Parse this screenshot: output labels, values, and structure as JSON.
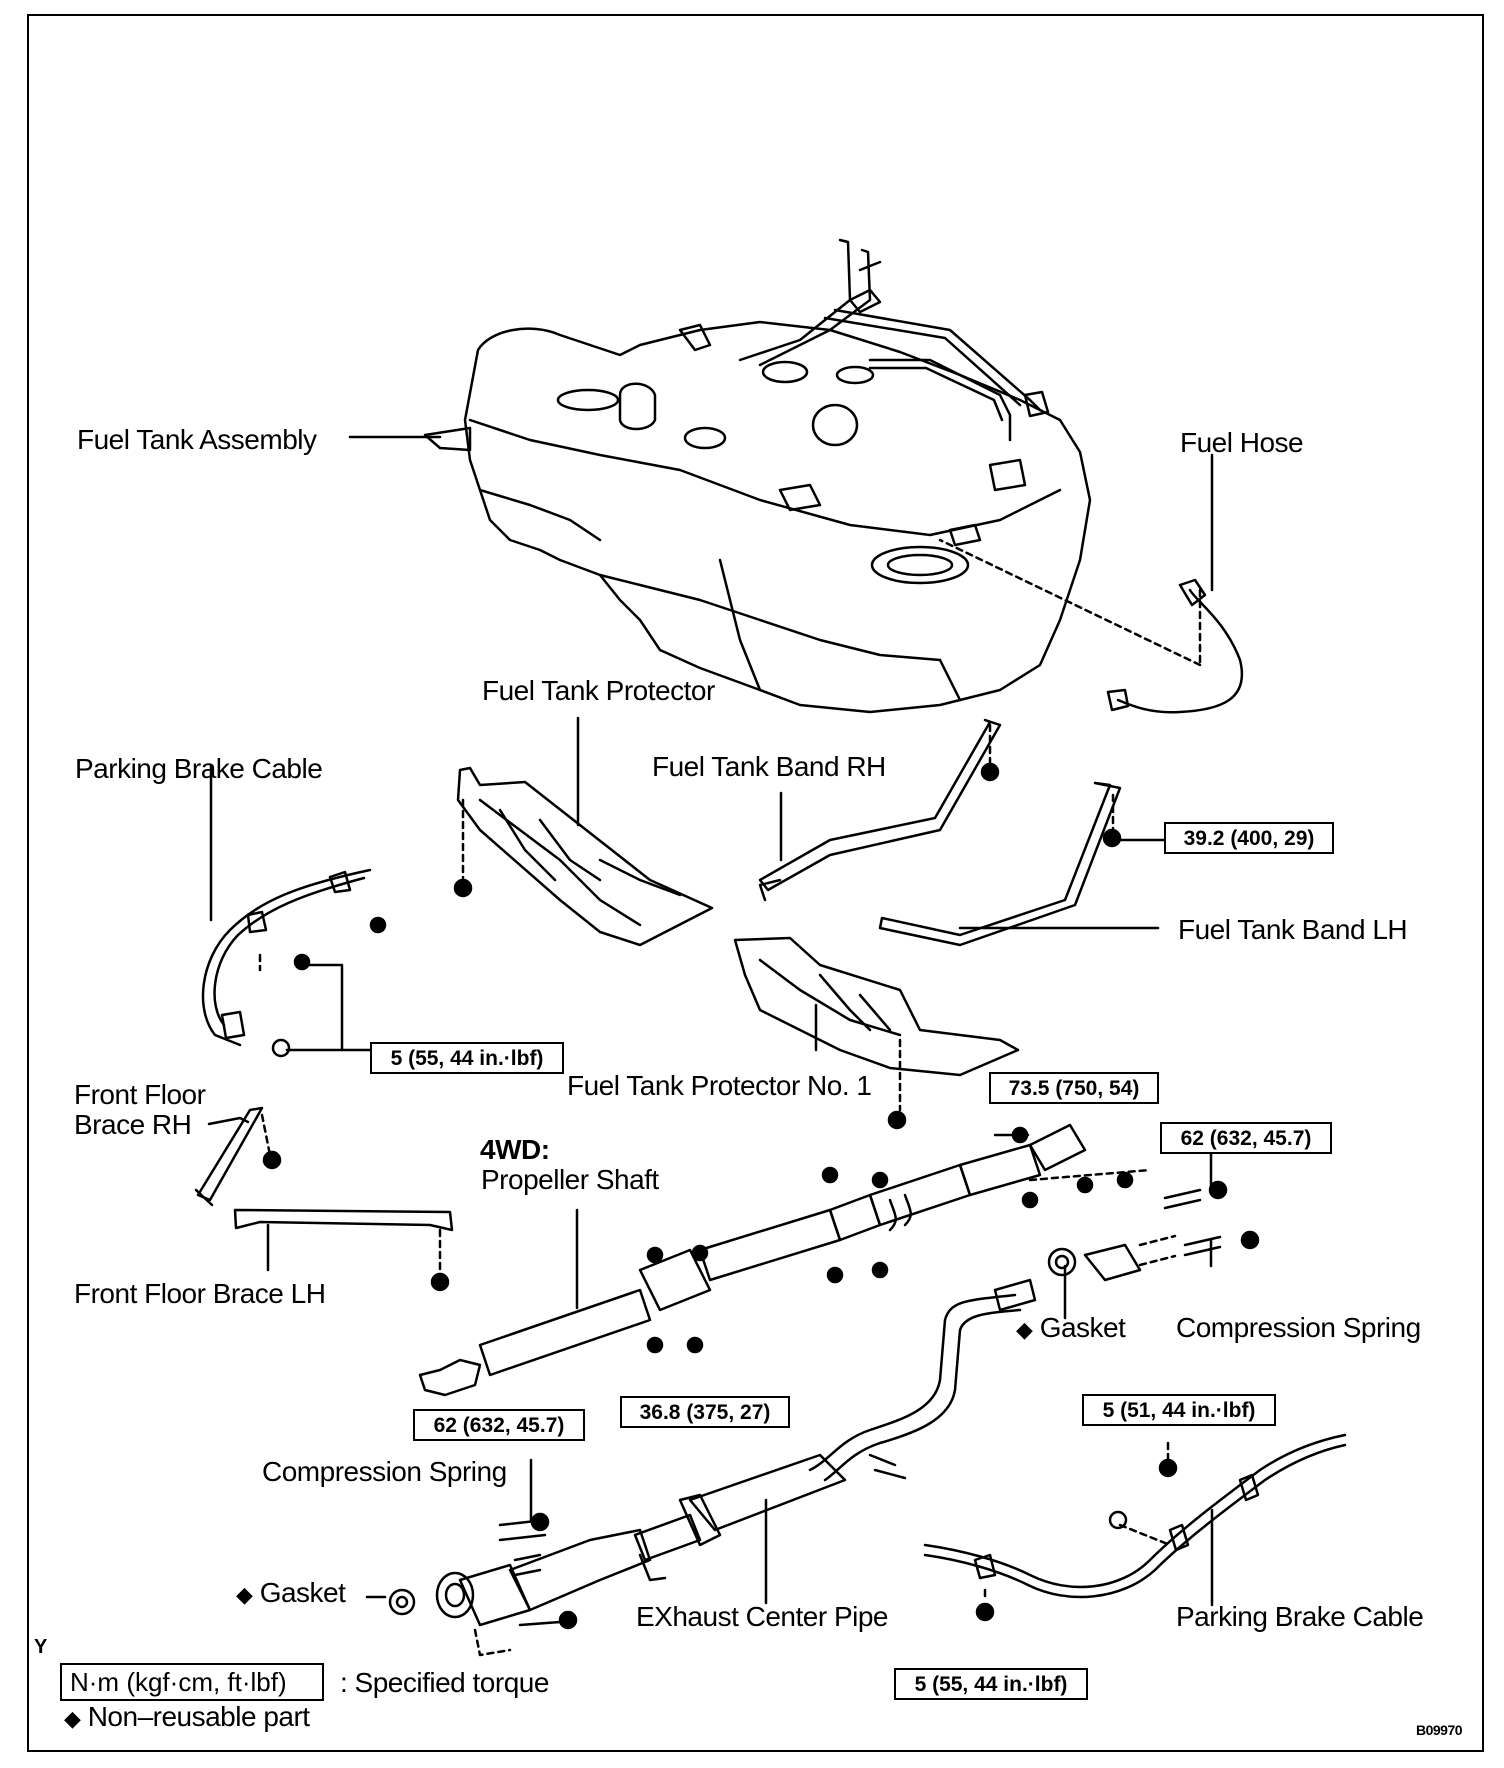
{
  "labels": {
    "fuel_tank_assembly": "Fuel Tank Assembly",
    "fuel_hose": "Fuel Hose",
    "fuel_tank_protector": "Fuel Tank Protector",
    "parking_brake_cable_front": "Parking Brake Cable",
    "fuel_tank_band_rh": "Fuel Tank Band RH",
    "fuel_tank_band_lh": "Fuel Tank Band LH",
    "fuel_tank_protector_no1": "Fuel Tank Protector No. 1",
    "front_floor_brace_rh_line1": "Front Floor",
    "front_floor_brace_rh_line2": "Brace RH",
    "front_floor_brace_lh": "Front Floor Brace LH",
    "propeller_4wd": "4WD:",
    "propeller_shaft": "Propeller Shaft",
    "gasket_right": "Gasket",
    "compression_spring_right": "Compression Spring",
    "compression_spring_left": "Compression Spring",
    "gasket_left": "Gasket",
    "exhaust_center_pipe": "EXhaust Center Pipe",
    "parking_brake_cable_rear": "Parking Brake Cable",
    "corner_mark": "Y",
    "figure_code": "B09970"
  },
  "torques": {
    "band": "39.2 (400, 29)",
    "cable_front": "5 (55, 44 in.·lbf)",
    "propeller_front": "73.5 (750, 54)",
    "spring_right": "62 (632, 45.7)",
    "propeller_center": "36.8 (375, 27)",
    "spring_left": "62 (632, 45.7)",
    "cable_rear_upper": "5 (51, 44 in.·lbf)",
    "cable_rear_lower": "5 (55, 44 in.·lbf)"
  },
  "legend": {
    "unit_box": "N·m (kgf·cm, ft·lbf)",
    "unit_text": ": Specified torque",
    "non_reusable_symbol": "◆",
    "non_reusable_text": "Non–reusable part"
  },
  "icons": {
    "non_reusable": "diamond-icon"
  }
}
